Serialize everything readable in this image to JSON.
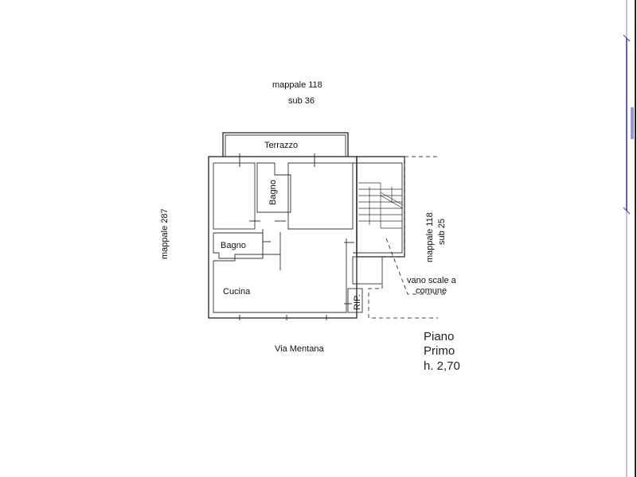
{
  "labels": {
    "north_neighbor": "mappale 118",
    "north_sub": "sub 36",
    "west_neighbor": "mappale 287",
    "east_neighbor": "mappale 118",
    "east_sub": "sub 25",
    "terrace": "Terrazzo",
    "bath_upper": "Bagno",
    "bath_lower": "Bagno",
    "kitchen": "Cucina",
    "storage": "RIP.",
    "stairwell_line1": "vano scale a",
    "stairwell_line2": "comune",
    "street": "Via Mentana"
  },
  "floor_info": {
    "floor": "Piano",
    "floor_name": "Primo",
    "height": "h. 2,70"
  },
  "colors": {
    "frame_blue": "#3a3ab0",
    "walls": "#222222"
  }
}
